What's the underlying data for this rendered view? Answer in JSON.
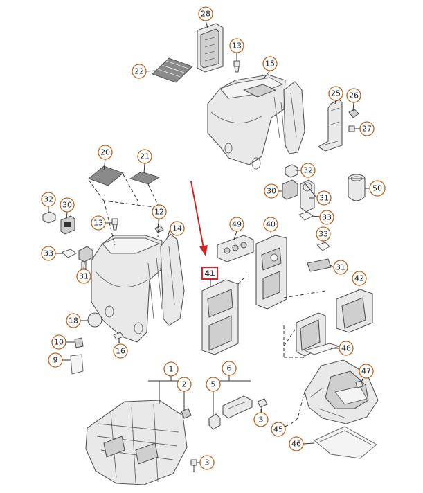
{
  "diagram": {
    "callouts": {
      "c28": "28",
      "c13a": "13",
      "c22": "22",
      "c15": "15",
      "c25": "25",
      "c26": "26",
      "c27": "27",
      "c20": "20",
      "c21": "21",
      "c32a": "32",
      "c30a": "30",
      "c31a": "31",
      "c50": "50",
      "c33a": "33",
      "c32b": "32",
      "c30b": "30",
      "c13b": "13",
      "c12": "12",
      "c14": "14",
      "c49": "49",
      "c40": "40",
      "c33b": "33",
      "c33c": "33",
      "c31b": "31",
      "c31c": "31",
      "c42": "42",
      "c18": "18",
      "c16": "16",
      "c10": "10",
      "c9": "9",
      "c48": "48",
      "c1": "1",
      "c2": "2",
      "c5": "5",
      "c6": "6",
      "c3a": "3",
      "c47": "47",
      "c45": "45",
      "c46": "46",
      "c3b": "3"
    },
    "selected_callout": "41",
    "highlight_color": "#e02020",
    "callout_border_color": "#c0601a"
  }
}
